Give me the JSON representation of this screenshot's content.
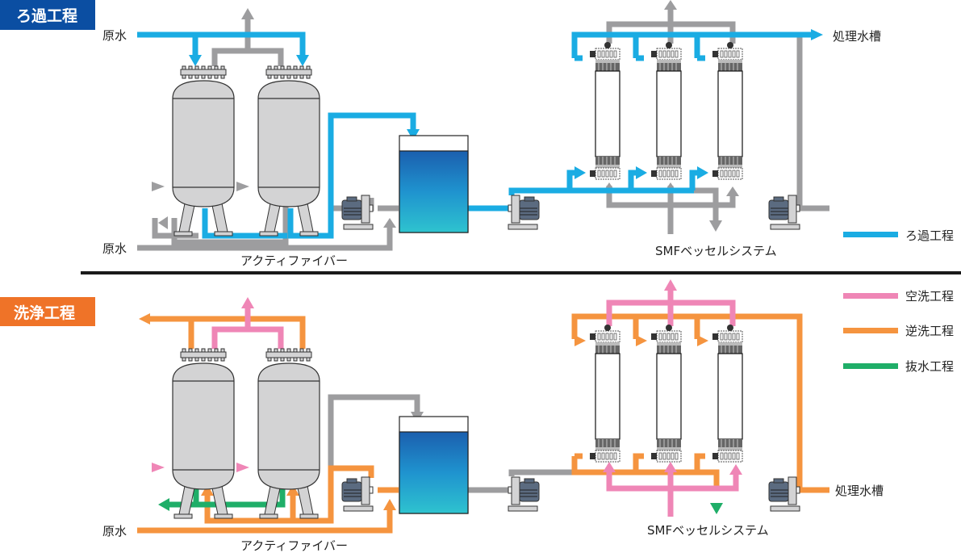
{
  "colors": {
    "filtration": "#1aace3",
    "air_wash": "#ef86b6",
    "back_wash": "#f5943f",
    "drain": "#1fae68",
    "idle": "#9d9d9f",
    "title_filtration_bg": "#0b4ea2",
    "title_wash_bg": "#ef7328",
    "vessel_fill": "#d3d3d4",
    "tank_top": "#1b5fae",
    "tank_bottom": "#2ec3cf"
  },
  "top_panel": {
    "title": "ろ過工程",
    "raw_water_top": "原水",
    "raw_water_bottom": "原水",
    "active_fiber_label": "アクティファイバー",
    "treated_water_tank": "処理水槽",
    "smf_label": "SMFベッセルシステム"
  },
  "bottom_panel": {
    "title": "洗浄工程",
    "raw_water": "原水",
    "active_fiber_label": "アクティファイバー",
    "treated_water_tank": "処理水槽",
    "smf_label": "SMFベッセルシステム"
  },
  "legend": [
    {
      "label": "ろ過工程",
      "color_key": "filtration"
    },
    {
      "label": "空洗工程",
      "color_key": "air_wash"
    },
    {
      "label": "逆洗工程",
      "color_key": "back_wash"
    },
    {
      "label": "抜水工程",
      "color_key": "drain"
    }
  ]
}
